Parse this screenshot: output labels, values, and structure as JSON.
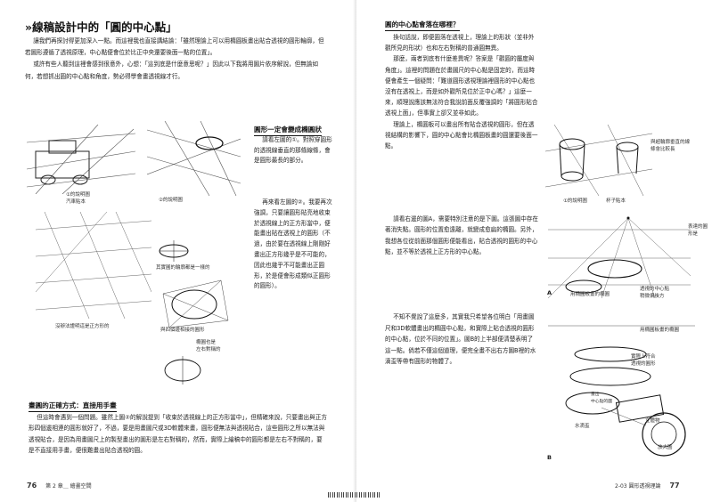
{
  "left_page": {
    "title": "»線稿設計中的「圓的中心點」",
    "intro": [
      "讓我們再探討得更加深入一點。而這裡我也直接講結論：「雖然理論上可以用橢圓板畫出貼合透視的圓形輪廓，但若圖形遵循了透視原理，中心點便會位於比正中央還要後面一點的位置」。",
      "或許有些人聽到這裡會感到很意外，心想：「這到底是什麼意思呢？」因此以下我將用圖片依序解說，但無論如何，若想抓出圓的中心點和角度，勢必得學會畫透視線才行。"
    ],
    "sidebar_heading": "圓形一定會變成橢圓狀",
    "sidebar_p1": "請看左圖的①。對照穿圓形的透視線垂直的那條線條，會是圓形最長的部分。",
    "sidebar_p2": "再來看左圖的②。我要再次強調，只要讓圓形貼亮地收束於透視線上的正方形當中，便能畫出貼在透視上的圓形（不過，由於要在透視線上剛剛好畫出正方形幾乎是不可能的，因此也幾乎不可能畫出正圓形，於是便會形成類似正圓形的圓形）。",
    "captions": {
      "cap1": "①的說明圖\n汽車貼本",
      "cap2": "②的說明圖",
      "cap3": "其實圓的輪廓都是一樣的",
      "cap4": "沒辦法證明這是正方形的",
      "cap5": "與四個邊相接的圓形",
      "cap6": "橢圓也是\n左右對稱的"
    },
    "bottom_heading": "畫圓的正確方式：直接用手畫",
    "bottom_p": "但這時會遇到一個問題。雖然上圖②的解說提到「收束於透視線上的正方形當中」，但精確來說，只要畫出與正方形四個邊相連的圓形就好了，不過，要是用畫圖尺或3D軟體來畫，圓形便無法與透視貼合，這些圓形之所以無法與透視貼合，是因為用畫圖尺上的製型畫出的圖形是左右對稱的，然而，實際上繪稿中的圓形都是左右不對稱的，要是不直接用手畫，便很難畫出貼合透視的圓。",
    "page_num": "76",
    "chapter": "第 2 章＿ 繪畫空間"
  },
  "right_page": {
    "heading": "圓的中心點會落在哪裡？",
    "p1": "換句話說，即便圓落在透視上，理論上的形狀（並非外觀所見的形狀）也和左右對稱的普通圓無異。",
    "p2": "那麼，兩者到底有什麼差異呢？答案是「觀圓的屬度與角度」。這裡的問題在於畫圖尺的中心點是固定的，而這時便會產生一個疑問：「難道圓形透視理論裡圓形的中心點也沒有在透視上，而是如外觀所見位於正中心嗎？」這麼一來，順理說應該無法符合我說前面反覆強調的「將圓形貼合透視上面」，但事實上卻又並非如此。",
    "p3": "理論上，橢圓板可以畫出所有貼合透視的圓形，但在透視結構的影響下，圓的中心點會比橢圓板畫的圓還要後面一點。",
    "p4": "請看右邊的圖A，需要特別注意的是下圖。這張圖中存在著消失點。圓形的位置愈遠離，就變成愈扁的橢圓。另外，我想各位從前面那個圓形便能看出，貼合透視的圓形的中心點，並不等於透視上正方形的中心點。",
    "p5": "不知不覺說了這麼多，其實我只希望各位明白「用畫圖尺和3D軟體畫出的橢圓中心點，和實際上貼合透視的圓形的中心點，位於不同的位置」。圖B的上半部便清楚表明了這一點。倘若不僅這個道理，便完全畫不出右方圖B裡的水滴盃等帶有圓形的物體了。",
    "captions": {
      "c1": "與超輪廓垂直的線\n條會比較長",
      "c2": "①的說明圖",
      "c3": "杯子貼本",
      "c4": "用橢圓板畫的橢圓",
      "c5": "透視的中心點\n稍微偏後方",
      "c6": "表達的圓\n形是",
      "c7": "用橢圓板畫的橢圓",
      "c8": "實際上符合\n透視的圓形",
      "c9": "畫出\n中心點的圓",
      "c10": "水滴盃",
      "c11": "立體物",
      "c12": "放大圖",
      "letter_a": "A",
      "letter_b": "B"
    },
    "page_num": "77",
    "chapter": "2-03 圓形透視理論"
  }
}
